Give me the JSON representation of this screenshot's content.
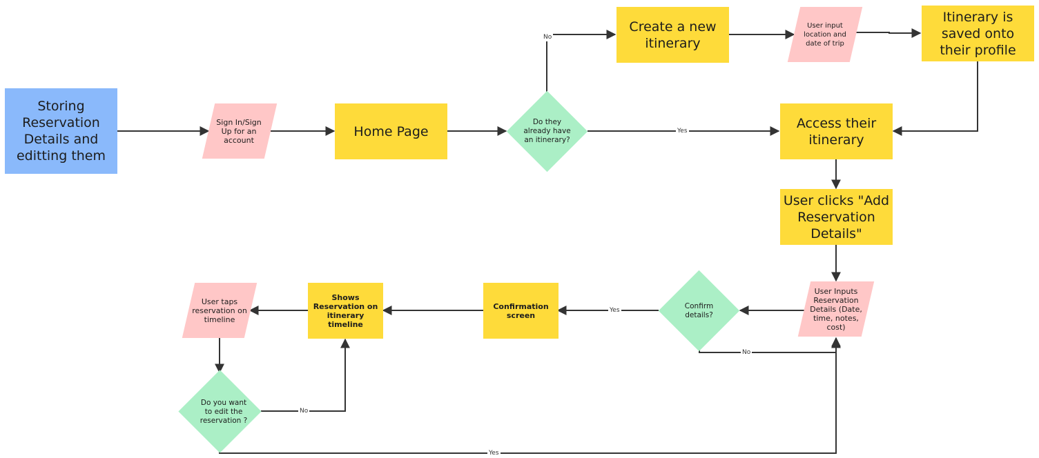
{
  "nodes": {
    "storing": "Storing Reservation Details and editting them",
    "signin": "Sign In/Sign Up for an account",
    "home": "Home Page",
    "have_itinerary": "Do they already have an itinerary?",
    "create_itinerary": "Create a new itinerary",
    "user_input_location": "User input location and date of trip",
    "itinerary_saved": "Itinerary is saved onto their profile",
    "access_itinerary": "Access their itinerary",
    "user_clicks_add": "User clicks \"Add Reservation Details\"",
    "user_inputs_details": "User Inputs Reservation Details (Date, time, notes, cost)",
    "confirm_details": "Confirm details?",
    "confirmation_screen": "Confirmation screen",
    "shows_reservation": "Shows Reservation on itinerary timeline",
    "user_taps": "User taps reservation on timeline",
    "edit_reservation": "Do you want to edit the reservation ?"
  },
  "edge_labels": {
    "itinerary_no": "No",
    "itinerary_yes": "Yes",
    "confirm_yes": "Yes",
    "confirm_no": "No",
    "edit_no": "No",
    "edit_yes": "Yes"
  },
  "colors": {
    "process": "#fedb3a",
    "io": "#ffc7c7",
    "decision": "#abefc6",
    "start": "#8ab9fb",
    "connector": "#333333"
  }
}
